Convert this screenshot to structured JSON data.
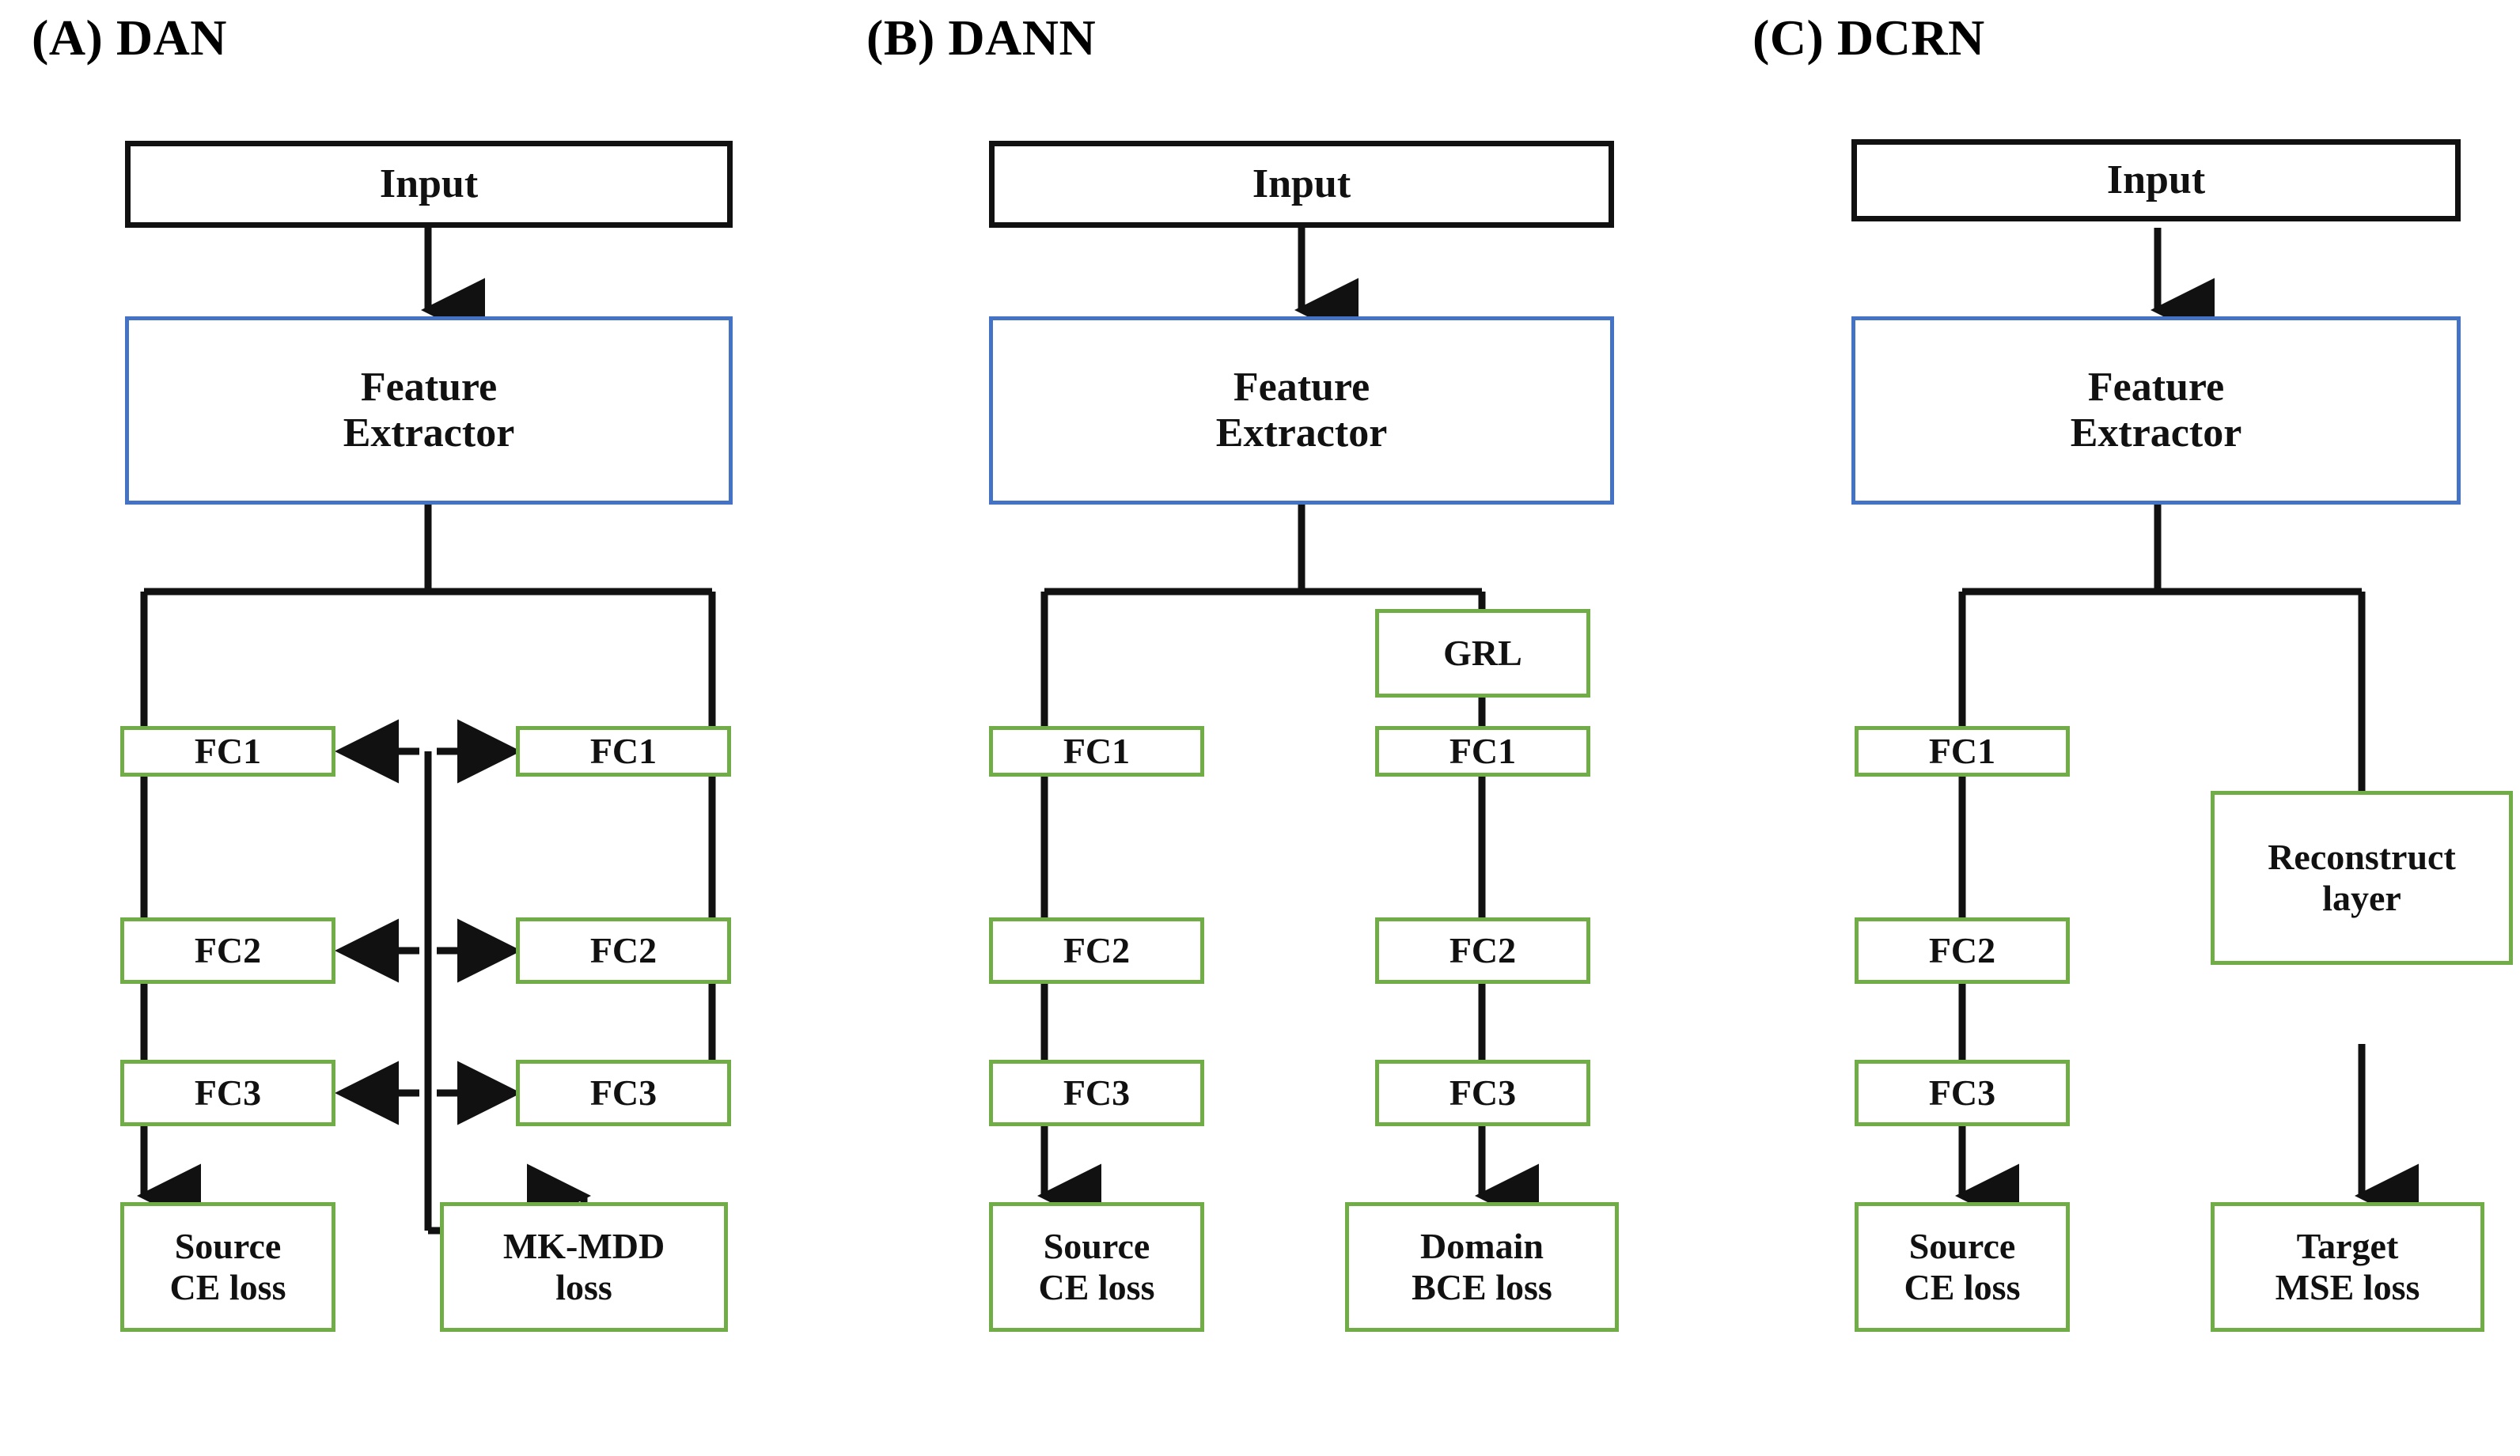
{
  "figure": {
    "background": "#ffffff",
    "colors": {
      "black": "#111111",
      "blue": "#4472c4",
      "green": "#70ad47"
    }
  },
  "panels": [
    {
      "key": "dan",
      "title": "(A) DAN",
      "nodes": {
        "input": "Input",
        "feature_extractor": "Feature\nExtractor",
        "left_fc1": "FC1",
        "left_fc2": "FC2",
        "left_fc3": "FC3",
        "right_fc1": "FC1",
        "right_fc2": "FC2",
        "right_fc3": "FC3",
        "source_loss": "Source\nCE loss",
        "mkmdd_loss": "MK-MDD\nloss"
      }
    },
    {
      "key": "dann",
      "title": "(B) DANN",
      "nodes": {
        "input": "Input",
        "feature_extractor": "Feature\nExtractor",
        "grl": "GRL",
        "left_fc1": "FC1",
        "left_fc2": "FC2",
        "left_fc3": "FC3",
        "right_fc1": "FC1",
        "right_fc2": "FC2",
        "right_fc3": "FC3",
        "source_loss": "Source\nCE loss",
        "domain_loss": "Domain\nBCE loss"
      }
    },
    {
      "key": "dcrn",
      "title": "(C) DCRN",
      "nodes": {
        "input": "Input",
        "feature_extractor": "Feature\nExtractor",
        "left_fc1": "FC1",
        "left_fc2": "FC2",
        "left_fc3": "FC3",
        "reconstruct": "Reconstruct\nlayer",
        "source_loss": "Source\nCE loss",
        "target_loss": "Target\nMSE loss"
      }
    }
  ]
}
